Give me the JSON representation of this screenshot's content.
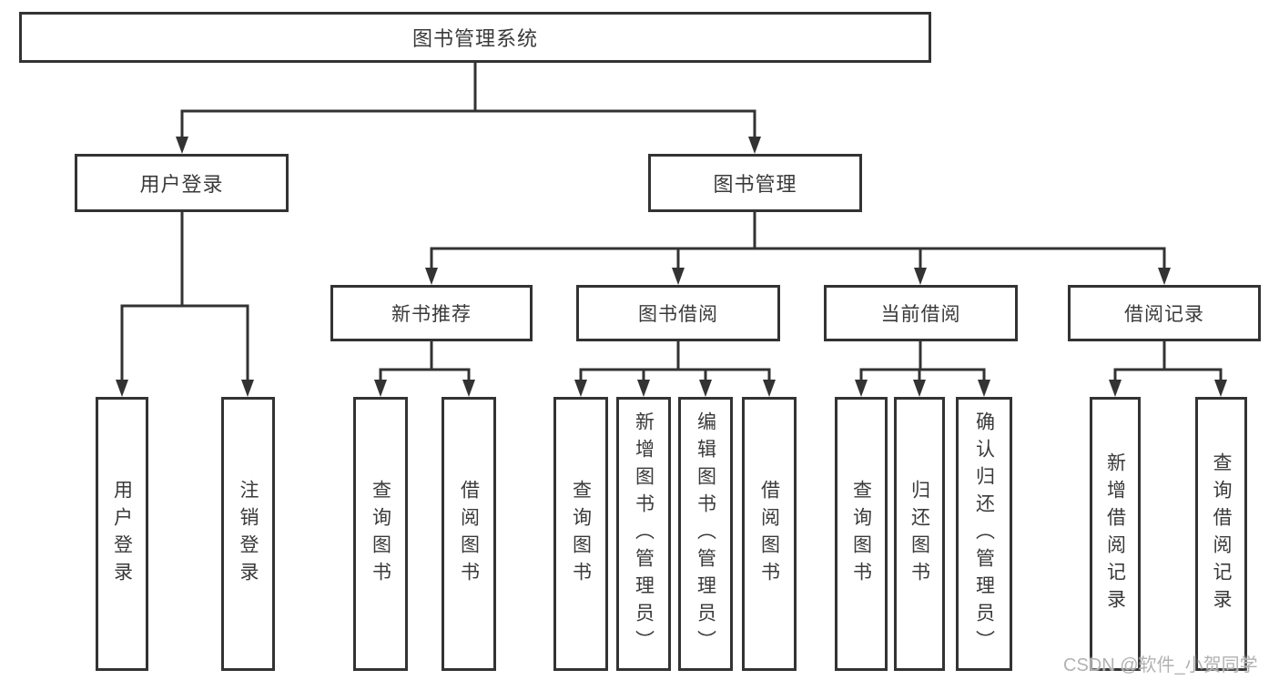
{
  "diagram": {
    "root": {
      "label": "图书管理系统"
    },
    "branches": {
      "user_login": {
        "label": "用户登录",
        "children": [
          "用户登录",
          "注销登录"
        ]
      },
      "book_management": {
        "label": "图书管理",
        "sections": {
          "new_book_recommend": {
            "label": "新书推荐",
            "children": [
              "查询图书",
              "借阅图书"
            ]
          },
          "book_borrow": {
            "label": "图书借阅",
            "children": [
              "查询图书",
              "新增图书（管理员）",
              "编辑图书（管理员）",
              "借阅图书"
            ]
          },
          "current_borrow": {
            "label": "当前借阅",
            "children": [
              "查询图书",
              "归还图书",
              "确认归还（管理员）"
            ]
          },
          "borrow_records": {
            "label": "借阅记录",
            "children": [
              "新增借阅记录",
              "查询借阅记录"
            ]
          }
        }
      }
    }
  },
  "watermark": {
    "text": "CSDN @软件_小贺同学"
  },
  "colors": {
    "line": "#333333",
    "box_border": "#333333",
    "box_background": "#ffffff",
    "text": "#3a3a3a",
    "watermark": "#b2b2b2"
  }
}
